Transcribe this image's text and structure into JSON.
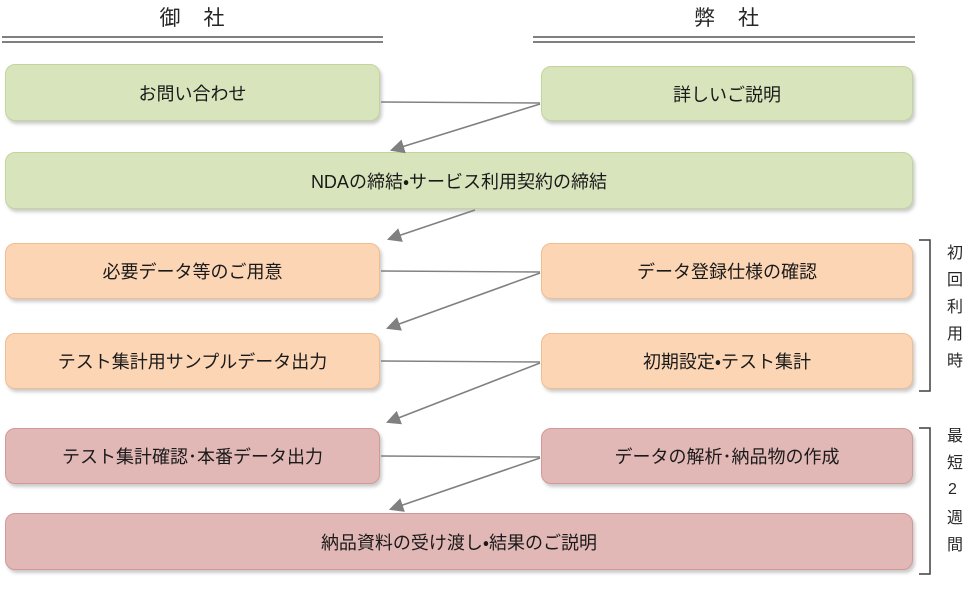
{
  "flow": {
    "header_left": "御　社",
    "header_right": "弊　社",
    "steps": {
      "inquiry": "お問い合わせ",
      "explanation": "詳しいご説明",
      "nda": "NDAの締結・サービス利用契約の締結",
      "prepare_data": "必要データ等のご用意",
      "spec_check": "データ登録仕様の確認",
      "sample_output": "テスト集計用サンプルデータ出力",
      "initial_setup": "初期設定・テスト集計",
      "test_confirm": "テスト集計確認･本番データ出力",
      "analysis": "データの解析･納品物の作成",
      "delivery": "納品資料の受け渡し・結果のご説明"
    },
    "annotations": {
      "first_use": "初回利用時",
      "duration": "最短2週間"
    },
    "connections": [
      {
        "from": "inquiry",
        "to": "explanation",
        "type": "line"
      },
      {
        "from": "explanation",
        "to": "nda",
        "type": "arrow"
      },
      {
        "from": "nda",
        "to": "prepare_data",
        "type": "arrow"
      },
      {
        "from": "prepare_data",
        "to": "spec_check",
        "type": "line"
      },
      {
        "from": "spec_check",
        "to": "sample_output",
        "type": "arrow"
      },
      {
        "from": "sample_output",
        "to": "initial_setup",
        "type": "line"
      },
      {
        "from": "initial_setup",
        "to": "test_confirm",
        "type": "arrow"
      },
      {
        "from": "test_confirm",
        "to": "analysis",
        "type": "line"
      },
      {
        "from": "analysis",
        "to": "delivery",
        "type": "arrow"
      }
    ],
    "colors": {
      "green": {
        "fill": "#d8e4bc",
        "border": "#c2d59b"
      },
      "orange": {
        "fill": "#fcd5b5",
        "border": "#f0bd90"
      },
      "pink": {
        "fill": "#e2b8b6",
        "border": "#d19a98"
      },
      "arrow": "#808080",
      "bracket": "#3f3f3f",
      "underline": "#808080",
      "text": "#1a1a1a"
    }
  }
}
